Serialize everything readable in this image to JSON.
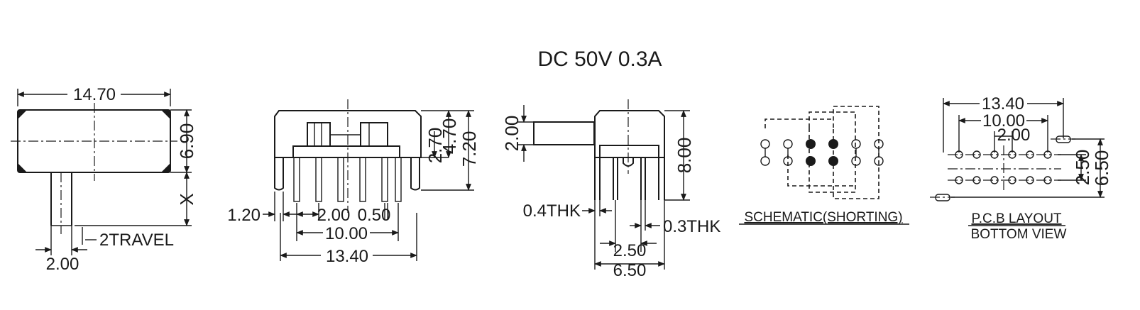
{
  "rating": "DC  50V  0.3A",
  "views": {
    "top": {
      "width_label": "14.70",
      "height_label": "6.90",
      "x_label": "X",
      "travel_label": "2TRAVEL",
      "actuator_label": "2.00"
    },
    "front": {
      "dim_270": "2.70",
      "dim_470": "4.70",
      "dim_720": "7.20",
      "dim_120": "1.20",
      "dim_200": "2.00",
      "dim_050": "0.50",
      "dim_1000": "10.00",
      "dim_1340": "13.40"
    },
    "side": {
      "dim_200": "2.00",
      "dim_800": "8.00",
      "thk_04": "0.4THK",
      "thk_03": "0.3THK",
      "dim_250": "2.50",
      "dim_650": "6.50"
    },
    "schematic": {
      "caption": "SCHEMATIC(SHORTING)"
    },
    "pcb": {
      "dim_1340": "13.40",
      "dim_1000": "10.00",
      "dim_200": "2.00",
      "dim_250": "2.50",
      "dim_650": "6.50",
      "caption_line1": "P.C.B LAYOUT",
      "caption_line2": "BOTTOM VIEW"
    }
  }
}
